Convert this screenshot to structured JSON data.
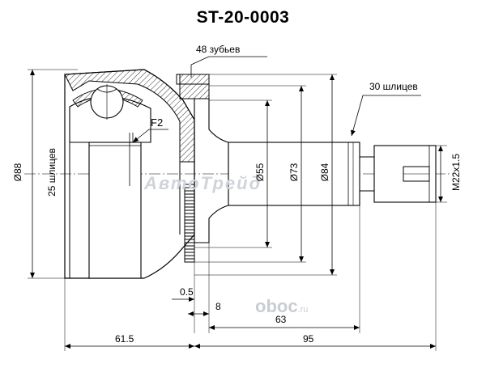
{
  "part_number": "ST-20-0003",
  "labels": {
    "teeth": "48 зубьев",
    "splines_outer": "30 шлицев",
    "splines_inner": "25 шлицев",
    "f2": "F2",
    "d88": "Ø88",
    "d55": "Ø55",
    "d73": "Ø73",
    "d84": "Ø84",
    "thread": "M22x1.5",
    "d0_5": "0.5",
    "d8": "8",
    "d63": "63",
    "d61_5": "61.5",
    "d95": "95"
  },
  "watermarks": {
    "autotrade": "АвтоТрейд",
    "oboc": "oboc",
    "ru": ".ru"
  },
  "colors": {
    "line": "#000000",
    "watermark": "#cfd4da"
  }
}
